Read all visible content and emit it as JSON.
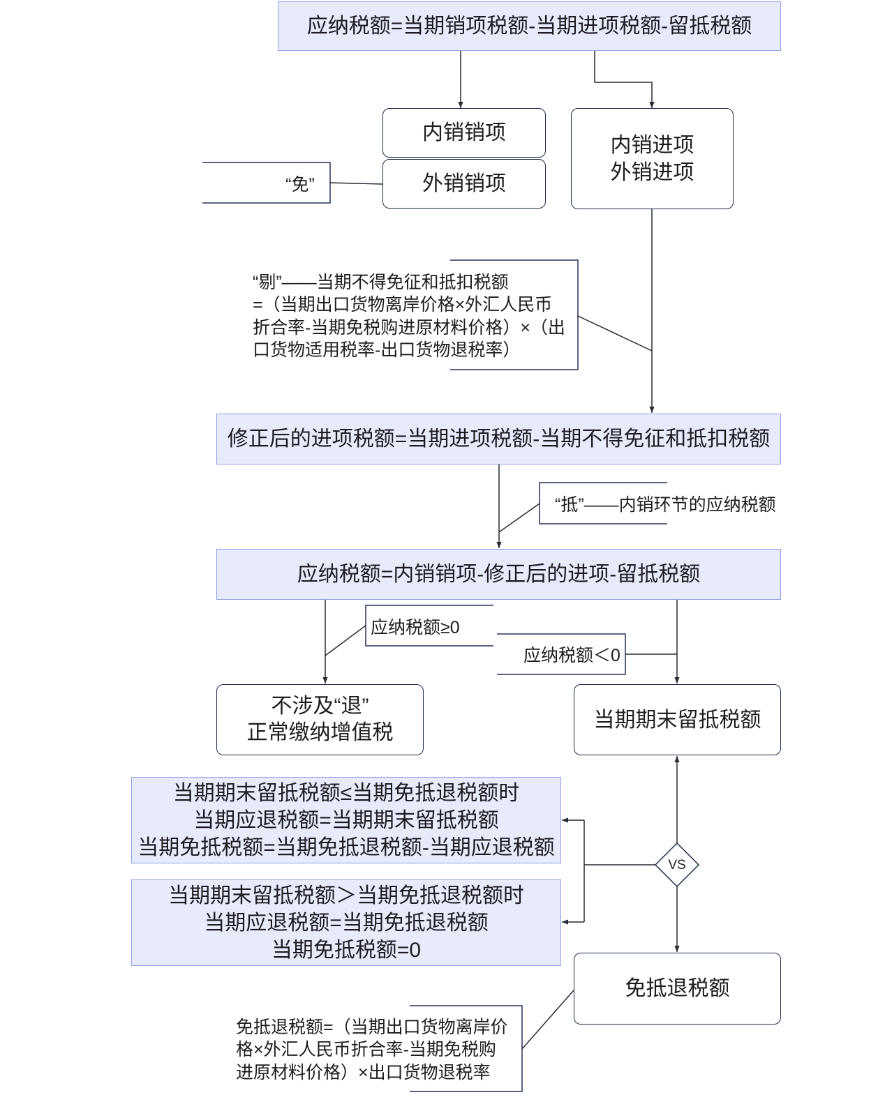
{
  "colors": {
    "formula_fill": "#e7ebfc",
    "formula_border": "#8e9fe6",
    "node_border": "#1f2b4d",
    "line": "#262a33",
    "bracket": "#27305a",
    "text": "#1d1d20"
  },
  "top_formula": "应纳税额=当期销项税额-当期进项税额-留抵税额",
  "output_tax": {
    "domestic": "内销销项",
    "export": "外销销项"
  },
  "input_tax": {
    "lines": [
      "内销进项",
      "外销进项"
    ]
  },
  "exempt_note": "“免”",
  "eliminate_note": {
    "lines": [
      "“剔”——当期不得免征和抵扣税额",
      "=（当期出口货物离岸价格×外汇人民币",
      "折合率-当期免税购进原材料价格）×（出",
      "口货物适用税率-出口货物退税率）"
    ]
  },
  "adjusted_input_formula": "修正后的进项税额=当期进项税额-当期不得免征和抵扣税额",
  "credit_note": "“抵”——内销环节的应纳税额",
  "payable_formula": "应纳税额=内销销项-修正后的进项-留抵税额",
  "condition_nonnegative": "应纳税额≥0",
  "condition_negative": "应纳税额＜0",
  "no_refund": {
    "lines": [
      "不涉及“退”",
      "正常缴纳增值税"
    ]
  },
  "ending_credit": "当期期末留抵税额",
  "compare_label": "VS",
  "case_credit_le_refund": {
    "lines": [
      "当期期末留抵税额≤当期免抵退税额时",
      "当期应退税额=当期期末留抵税额",
      "当期免抵税额=当期免抵退税额-当期应退税额"
    ]
  },
  "case_credit_gt_refund": {
    "lines": [
      "当期期末留抵税额＞当期免抵退税额时",
      "当期应退税额=当期免抵退税额",
      "当期免抵税额=0"
    ]
  },
  "exempt_credit_refund": "免抵退税额",
  "refund_formula_note": {
    "lines": [
      "免抵退税额=（当期出口货物离岸价",
      "格×外汇人民币折合率-当期免税购",
      "进原材料价格）×出口货物退税率"
    ]
  }
}
